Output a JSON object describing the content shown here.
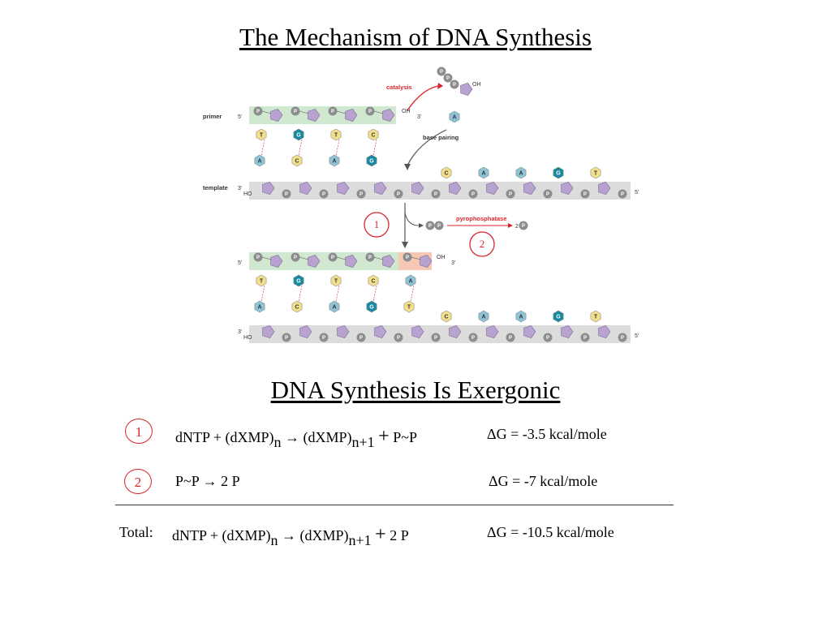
{
  "titles": {
    "main": "The Mechanism of DNA Synthesis",
    "sub": "DNA Synthesis Is Exergonic"
  },
  "diagram": {
    "labels": {
      "primer": "primer",
      "template": "template",
      "catalysis": "catalysis",
      "base_pairing": "base pairing",
      "pyrophosphatase": "pyrophosphatase",
      "five_prime": "5'",
      "three_prime": "3'",
      "ho": "HO",
      "oh": "OH",
      "two_p": "2",
      "p": "P"
    },
    "step_badges": [
      "1",
      "2"
    ],
    "top_pairs": [
      {
        "top": "T",
        "bottom": "A"
      },
      {
        "top": "G",
        "bottom": "C"
      },
      {
        "top": "T",
        "bottom": "A"
      },
      {
        "top": "C",
        "bottom": "G"
      }
    ],
    "bottom_pairs": [
      {
        "top": "T",
        "bottom": "A"
      },
      {
        "top": "G",
        "bottom": "C"
      },
      {
        "top": "T",
        "bottom": "A"
      },
      {
        "top": "C",
        "bottom": "G"
      },
      {
        "top": "A",
        "bottom": "T"
      }
    ],
    "incoming_base": "A",
    "unpaired_template_bases": [
      "C",
      "A",
      "A",
      "G",
      "T"
    ],
    "colors": {
      "primer_band": "#cfe8cf",
      "template_band": "#dcdcdc",
      "new_link": "#f6c8b4",
      "sugar": "#b8a2cf",
      "phosphate": "#8d8d8d",
      "base_T_C": "#f2df8c",
      "base_A": "#8fc3d6",
      "base_G": "#1a8aa0",
      "red": "#d9262c",
      "arrow": "#555555"
    }
  },
  "reactions": [
    {
      "badge": "1",
      "lhs": "dNTP + (dXMP)",
      "lhs_sub": "n",
      "arrow": "→",
      "rhs": "(dXMP)",
      "rhs_sub": "n+1",
      "plus": "+",
      "product": "P~P",
      "delta_g": "ΔG = -3.5 kcal/mole"
    },
    {
      "badge": "2",
      "equation": "P~P → 2 P",
      "delta_g": "ΔG = -7 kcal/mole"
    }
  ],
  "total": {
    "label": "Total:",
    "lhs": "dNTP + (dXMP)",
    "lhs_sub": "n",
    "arrow": "→",
    "rhs": "(dXMP)",
    "rhs_sub": "n+1",
    "plus": "+",
    "product": "2 P",
    "delta_g": "ΔG = -10.5 kcal/mole"
  }
}
